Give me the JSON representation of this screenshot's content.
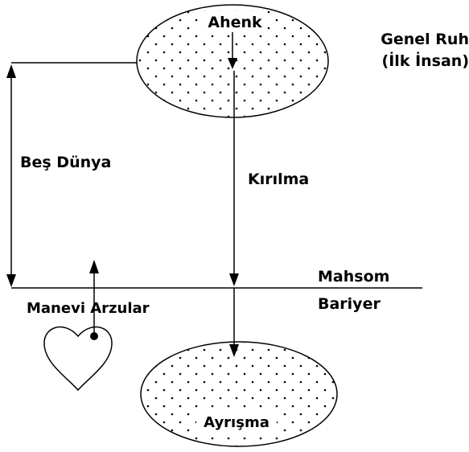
{
  "labels": {
    "top_ellipse": "Ahenk",
    "top_right_line1": "Genel Ruh",
    "top_right_line2": "(İlk İnsan)",
    "left_span": "Beş Dünya",
    "descent": "Kırılma",
    "barrier_line1": "Mahsom",
    "barrier_line2": "Bariyer",
    "heart": "Manevi Arzular",
    "bottom_ellipse": "Ayrışma"
  },
  "colors": {
    "ink": "#000000",
    "background": "#ffffff"
  }
}
